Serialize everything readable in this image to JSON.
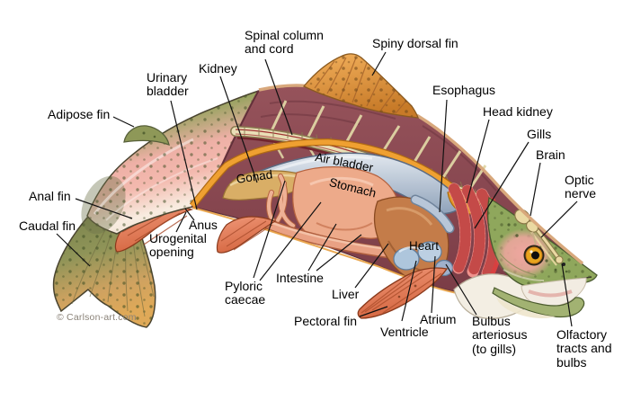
{
  "labels": {
    "spinal_column": "Spinal column\nand cord",
    "spiny_dorsal_fin": "Spiny dorsal fin",
    "kidney": "Kidney",
    "urinary_bladder": "Urinary\nbladder",
    "adipose_fin": "Adipose fin",
    "esophagus": "Esophagus",
    "head_kidney": "Head kidney",
    "gills": "Gills",
    "brain": "Brain",
    "optic_nerve": "Optic\nnerve",
    "anal_fin": "Anal fin",
    "caudal_fin": "Caudal fin",
    "anus": "Anus",
    "urogenital_opening": "Urogenital\nopening",
    "gonad": "Gonad",
    "stomach": "Stomach",
    "air_bladder": "Air bladder",
    "heart": "Heart",
    "pyloric_caecae": "Pyloric\ncaecae",
    "intestine": "Intestine",
    "liver": "Liver",
    "pectoral_fin": "Pectoral fin",
    "ventricle": "Ventricle",
    "atrium": "Atrium",
    "bulbus_arteriosus": "Bulbus\narteriosus\n(to gills)",
    "olfactory": "Olfactory\ntracts and\nbulbs",
    "credit": "© Carlson-art.com"
  },
  "colors": {
    "background": "#ffffff",
    "label_text": "#000000",
    "leader_line": "#111111",
    "credit_text": "#8a8278",
    "muscle_maroon": "#8d4a52",
    "body_wall_rim_orange": "#efa031",
    "air_bladder_blue": "#aebdd0",
    "heart_blue": "#aec6dc",
    "liver_brown": "#c47c49",
    "stomach_pink": "#edaa8a",
    "gonad_tan": "#d9ae66",
    "spine_cream": "#e9dfb6",
    "gill_red": "#d84848",
    "fin_salmon": "#ec8f6d",
    "dorsal_fin_orange": "#e09040",
    "skin_olive": "#9aa362",
    "skin_pink": "#f0a6a2",
    "head_green": "#8fa75c",
    "eye_gold": "#e8a51e"
  }
}
